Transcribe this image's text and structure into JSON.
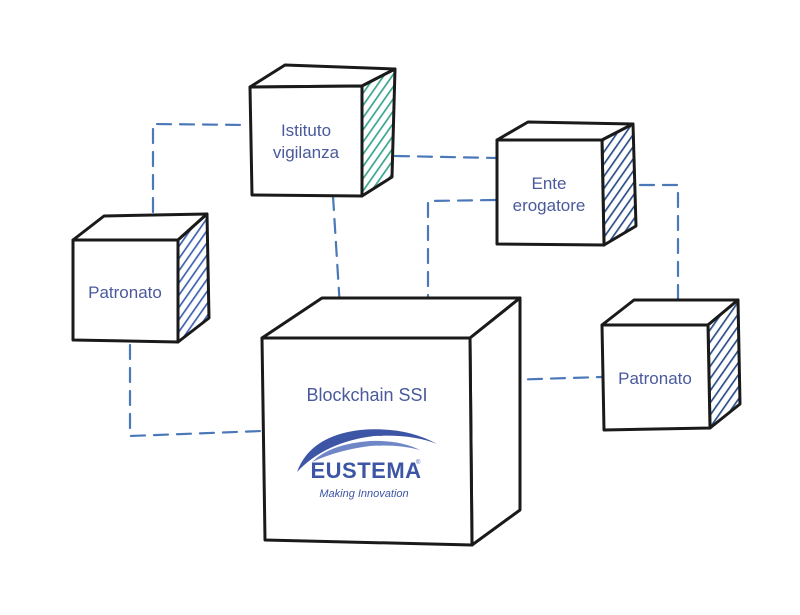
{
  "nodes": {
    "istituto_vigilanza": {
      "line1": "Istituto",
      "line2": "vigilanza",
      "hatch_color": "#3aa58c"
    },
    "ente_erogatore": {
      "line1": "Ente",
      "line2": "erogatore",
      "hatch_color": "#2b4f8a"
    },
    "patronato_left": {
      "label": "Patronato",
      "hatch_color": "#3f63b0"
    },
    "patronato_right": {
      "label": "Patronato",
      "hatch_color": "#2b4f8a"
    },
    "blockchain": {
      "label": "Blockchain SSI"
    }
  },
  "logo": {
    "word": "EUSTEMA",
    "registered": "®",
    "tagline": "Making Innovation",
    "color": "#3d55a5"
  },
  "colors": {
    "connector": "#4b78b8",
    "outline": "#1a1a1a",
    "label": "#4a5a9c"
  }
}
